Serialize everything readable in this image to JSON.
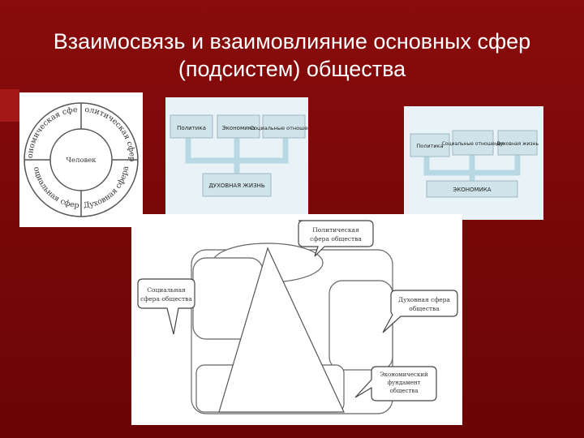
{
  "title": {
    "line1": "Взаимосвязь и взаимовлияние основных сфер",
    "line2": "(подсистем) общества"
  },
  "circle_diagram": {
    "center": "Человек",
    "sectors": [
      "Экономическая сфера",
      "Политическая сфера",
      "Социальная сфера",
      "Духовная сфера"
    ]
  },
  "diagram_spiritual": {
    "top": [
      "Политика",
      "Экономика",
      "Социальные отношения"
    ],
    "bottom": "ДУХОВНАЯ ЖИЗНЬ"
  },
  "diagram_economic": {
    "top": [
      "Политика",
      "Социальные отношения",
      "Духовная жизнь"
    ],
    "bottom": "ЭКОНОМИКА"
  },
  "pyramid_diagram": {
    "callouts": {
      "political": [
        "Политическая",
        "сфера общества"
      ],
      "social": [
        "Социальная",
        "сфера общества"
      ],
      "spiritual": [
        "Духовная сфера",
        "общества"
      ],
      "economic": [
        "Экономический",
        "фундамент",
        "общества"
      ]
    }
  },
  "colors": {
    "background": "#7a0808",
    "title": "#ffffff",
    "box_fill": "#cfe3ea",
    "connector": "#b8d9e3"
  }
}
